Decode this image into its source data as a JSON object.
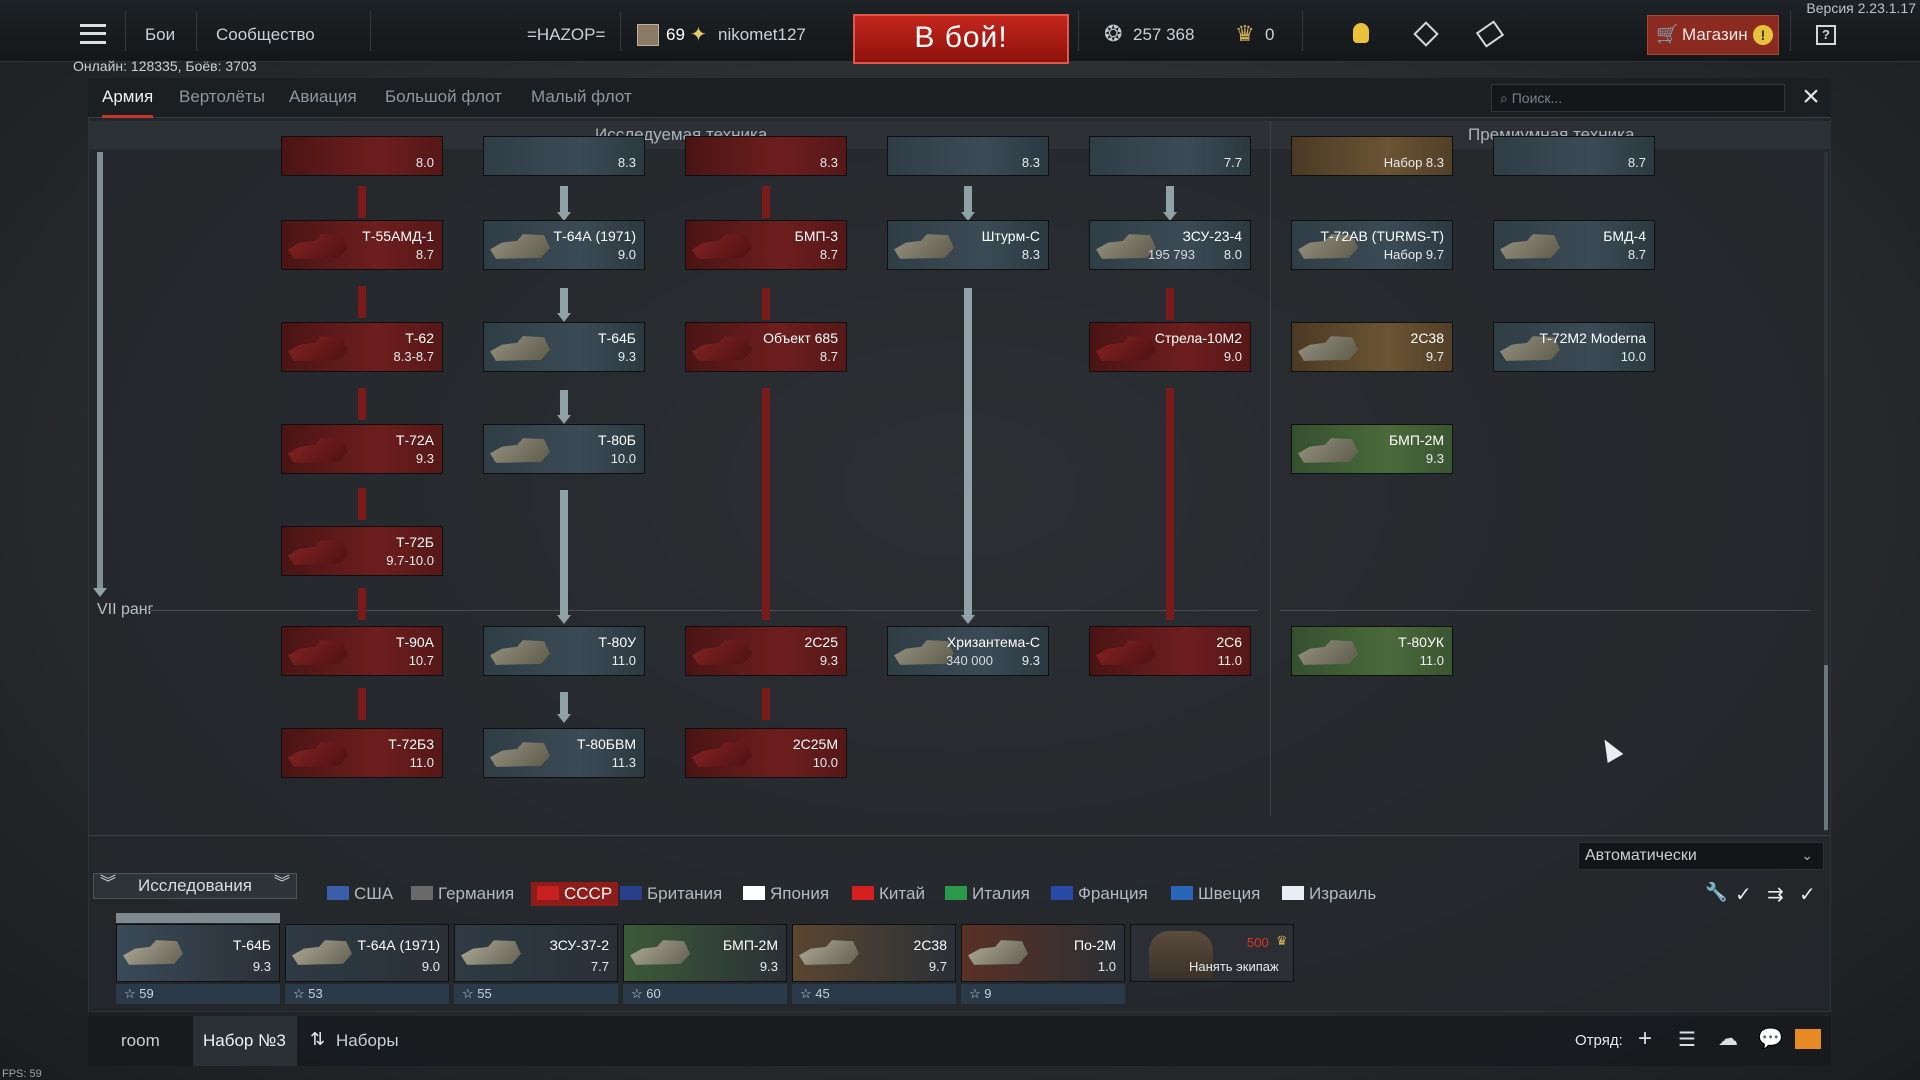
{
  "header": {
    "version": "Версия 2.23.1.17",
    "nav_battles": "Бои",
    "nav_community": "Сообщество",
    "squadron_tag": "=HAZOP=",
    "player_level": "69",
    "player_name": "nikomet127",
    "battle_button": "В бой!",
    "silver_lions": "257 368",
    "golden_eagles": "0",
    "shop_label": "Магазин",
    "online_status": "Онлайн: 128335, Боёв: 3703"
  },
  "tabs": [
    "Армия",
    "Вертолёты",
    "Авиация",
    "Большой флот",
    "Малый флот"
  ],
  "search_placeholder": "Поиск...",
  "sections": {
    "researchable": "Исследуемая техника",
    "premium": "Премиумная техника"
  },
  "rank_label": "VII ранг",
  "tree": {
    "top_row": [
      {
        "br": "8.0"
      },
      {
        "br": "8.3"
      },
      {
        "br": "8.3"
      },
      {
        "br": "8.3"
      },
      {
        "br": "7.7"
      },
      {
        "br": "Набор 8.3"
      },
      {
        "br": "8.7"
      }
    ],
    "col1": [
      {
        "name": "Т-55АМД-1",
        "br": "8.7"
      },
      {
        "name": "Т-62",
        "br": "8.3-8.7"
      },
      {
        "name": "Т-72А",
        "br": "9.3"
      },
      {
        "name": "Т-72Б",
        "br": "9.7-10.0"
      },
      {
        "name": "Т-90А",
        "br": "10.7"
      },
      {
        "name": "Т-72Б3",
        "br": "11.0"
      }
    ],
    "col2": [
      {
        "name": "Т-64А (1971)",
        "br": "9.0"
      },
      {
        "name": "Т-64Б",
        "br": "9.3"
      },
      {
        "name": "Т-80Б",
        "br": "10.0"
      },
      {
        "name": "Т-80У",
        "br": "11.0"
      },
      {
        "name": "Т-80БВМ",
        "br": "11.3"
      }
    ],
    "col3": [
      {
        "name": "БМП-3",
        "br": "8.7"
      },
      {
        "name": "Объект 685",
        "br": "8.7"
      },
      {
        "name": "2С25",
        "br": "9.3"
      },
      {
        "name": "2С25М",
        "br": "10.0"
      }
    ],
    "col4": [
      {
        "name": "Штурм-С",
        "br": "8.3"
      },
      {
        "name": "Хризантема-С",
        "br": "9.3",
        "rp": "340 000"
      }
    ],
    "col5": [
      {
        "name": "ЗСУ-23-4",
        "br": "8.0",
        "rp": "195 793"
      },
      {
        "name": "Стрела-10М2",
        "br": "9.0"
      },
      {
        "name": "2С6",
        "br": "11.0"
      }
    ],
    "col6": [
      {
        "name": "Т-72АВ (TURMS-T)",
        "br": "Набор 9.7"
      },
      {
        "name": "2С38",
        "br": "9.7"
      },
      {
        "name": "БМП-2М",
        "br": "9.3"
      },
      {
        "name": "Т-80УК",
        "br": "11.0"
      }
    ],
    "col7": [
      {
        "name": "БМД-4",
        "br": "8.7"
      },
      {
        "name": "T-72M2 Moderna",
        "br": "10.0"
      }
    ]
  },
  "bottom": {
    "auto_select": "Автоматически",
    "research_tab": "Исследования",
    "nations": [
      "США",
      "Германия",
      "СССР",
      "Британия",
      "Япония",
      "Китай",
      "Италия",
      "Франция",
      "Швеция",
      "Израиль"
    ],
    "active_nation": "СССР",
    "crew_slots": [
      {
        "name": "Т-64Б",
        "br": "9.3",
        "crew": "59"
      },
      {
        "name": "Т-64А (1971)",
        "br": "9.0",
        "crew": "53"
      },
      {
        "name": "ЗСУ-37-2",
        "br": "7.7",
        "crew": "55"
      },
      {
        "name": "БМП-2М",
        "br": "9.3",
        "crew": "60"
      },
      {
        "name": "2С38",
        "br": "9.7",
        "crew": "45"
      },
      {
        "name": "По-2М",
        "br": "1.0",
        "crew": "9"
      }
    ],
    "hire_crew_cost": "500",
    "hire_crew_label": "Нанять экипаж",
    "room_label": "room",
    "preset_label": "Набор №3",
    "presets_label": "Наборы",
    "squad_label": "Отряд:",
    "fps": "FPS: 59"
  }
}
